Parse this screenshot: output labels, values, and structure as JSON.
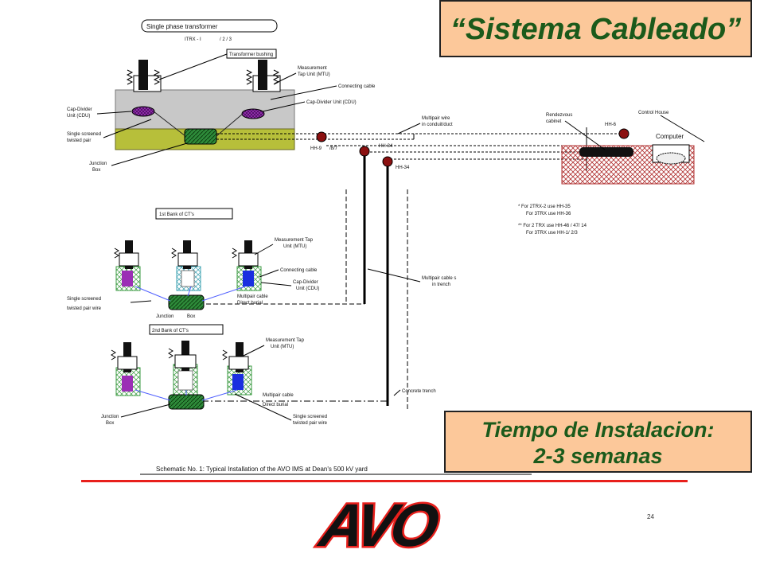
{
  "title": "“Sistema Cableado”",
  "install_box": {
    "line1": "Tiempo de Instalacion:",
    "line2": "2-3 semanas"
  },
  "page_number": "24",
  "logo_text": "AVO",
  "colors": {
    "callout_bg": "#fcc89a",
    "callout_text": "#1b5a1b",
    "red_rule": "#e8201c",
    "junction_box": "#2e8b3a",
    "cdu_purple": "#9b2fb5",
    "mtu_blue": "#1a2ee0",
    "cable_node": "#8b1010"
  },
  "diagram": {
    "top_labels": {
      "single_phase": "Single phase transformer",
      "itrx": "ITRX - I",
      "itrx_sub": "/ 2 / 3",
      "transformer_bushing": "Transformer bushing",
      "mtu_1": "Measurement",
      "mtu_2": "Tap Unit (MTU)",
      "connecting_cable": "Connecting cable",
      "cdu_left_1": "Cap-Divider",
      "cdu_left_2": "Unit (CDU)",
      "cdu_right": "Cap-Divider Unit (CDU)",
      "screened_1": "Single screened",
      "screened_2": "twisted pair",
      "junction_1": "Junction",
      "junction_2": "Box",
      "multipair_1": "Multipair wire",
      "multipair_2": "in conduit/duct",
      "rendezvous_1": "Rendezvous",
      "rendezvous_2": "cabinet",
      "control_house": "Control House",
      "computer": "Computer",
      "hh9": "HH-9",
      "hh9_sub": "/8/7",
      "hh34a": "HH-34",
      "hh34b": "HH-34",
      "hh6": "HH-6"
    },
    "notes": [
      "* For 2TRX-2 use HH-35",
      "For 3TRX use HH-36",
      "** For 2 TRX use HH-46 / 47/ 14",
      "For 3TRX use HH-1/ 2/3"
    ],
    "bank1": {
      "label": "1st Bank of CT's",
      "mtu_1": "Measurement Tap",
      "mtu_2": "Unit (MTU)",
      "connecting": "Connecting cable",
      "cdu_1": "Cap-Divider",
      "cdu_2": "Unit (CDU)",
      "screened_1": "Single screened",
      "screened_2": "twisted pair wire",
      "junction": "Junction",
      "box": "Box",
      "multipair_1": "Multipair cable",
      "multipair_2": "Direct burial"
    },
    "multipair_trench_1": "Multipair cable s",
    "multipair_trench_2": "in trench",
    "bank2": {
      "label": "2nd Bank of CT's",
      "mtu_1": "Measurement Tap",
      "mtu_2": "Unit (MTU)",
      "multipair_1": "Multipair cable",
      "multipair_2": "Direct burial",
      "junction_1": "Junction",
      "junction_2": "Box",
      "screened_1": "Single screened",
      "screened_2": "twisted pair wire"
    },
    "concrete_trench": "Concrete trench",
    "caption": "Schematic No. 1: Typical Installation of the AVO IMS at Dean's 500 kV yard"
  }
}
